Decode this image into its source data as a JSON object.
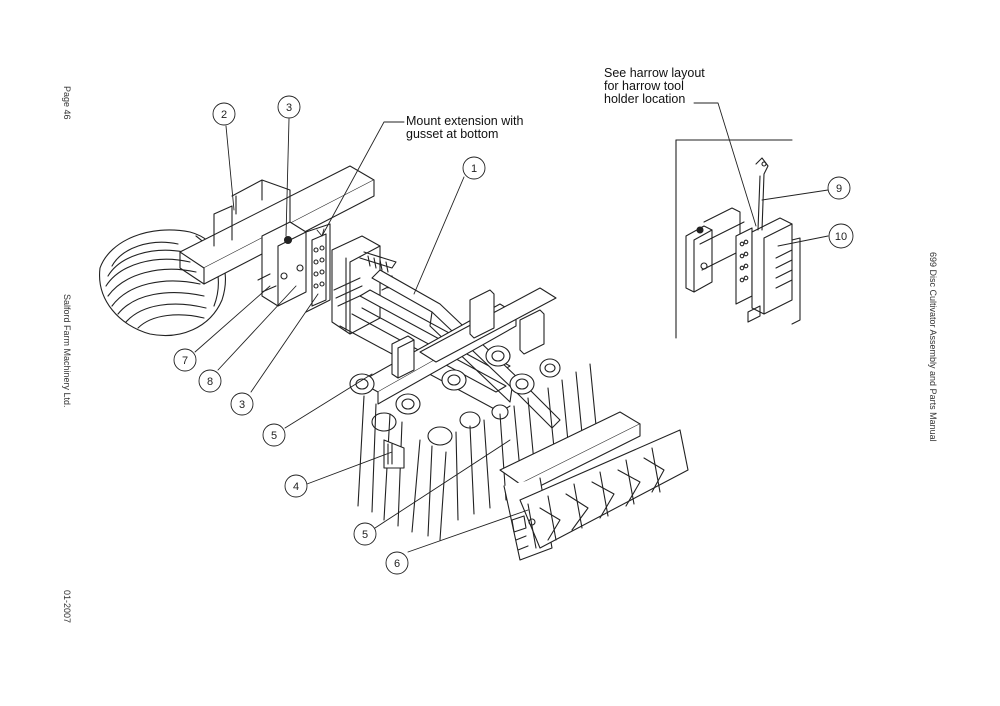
{
  "page": {
    "page_number": "Page 46",
    "company": "Salford Farm Machinery Ltd.",
    "date": "01-2007",
    "manual_title": "699 Disc Cultivator Assembly and Parts Manual"
  },
  "notes": {
    "mount_extension_line1": "Mount extension with",
    "mount_extension_line2": "gusset at bottom",
    "harrow_line1": "See harrow layout",
    "harrow_line2": "for harrow tool",
    "harrow_line3": "holder location"
  },
  "callouts": [
    "1",
    "2",
    "3",
    "3",
    "4",
    "5",
    "5",
    "6",
    "7",
    "8",
    "9",
    "10"
  ]
}
